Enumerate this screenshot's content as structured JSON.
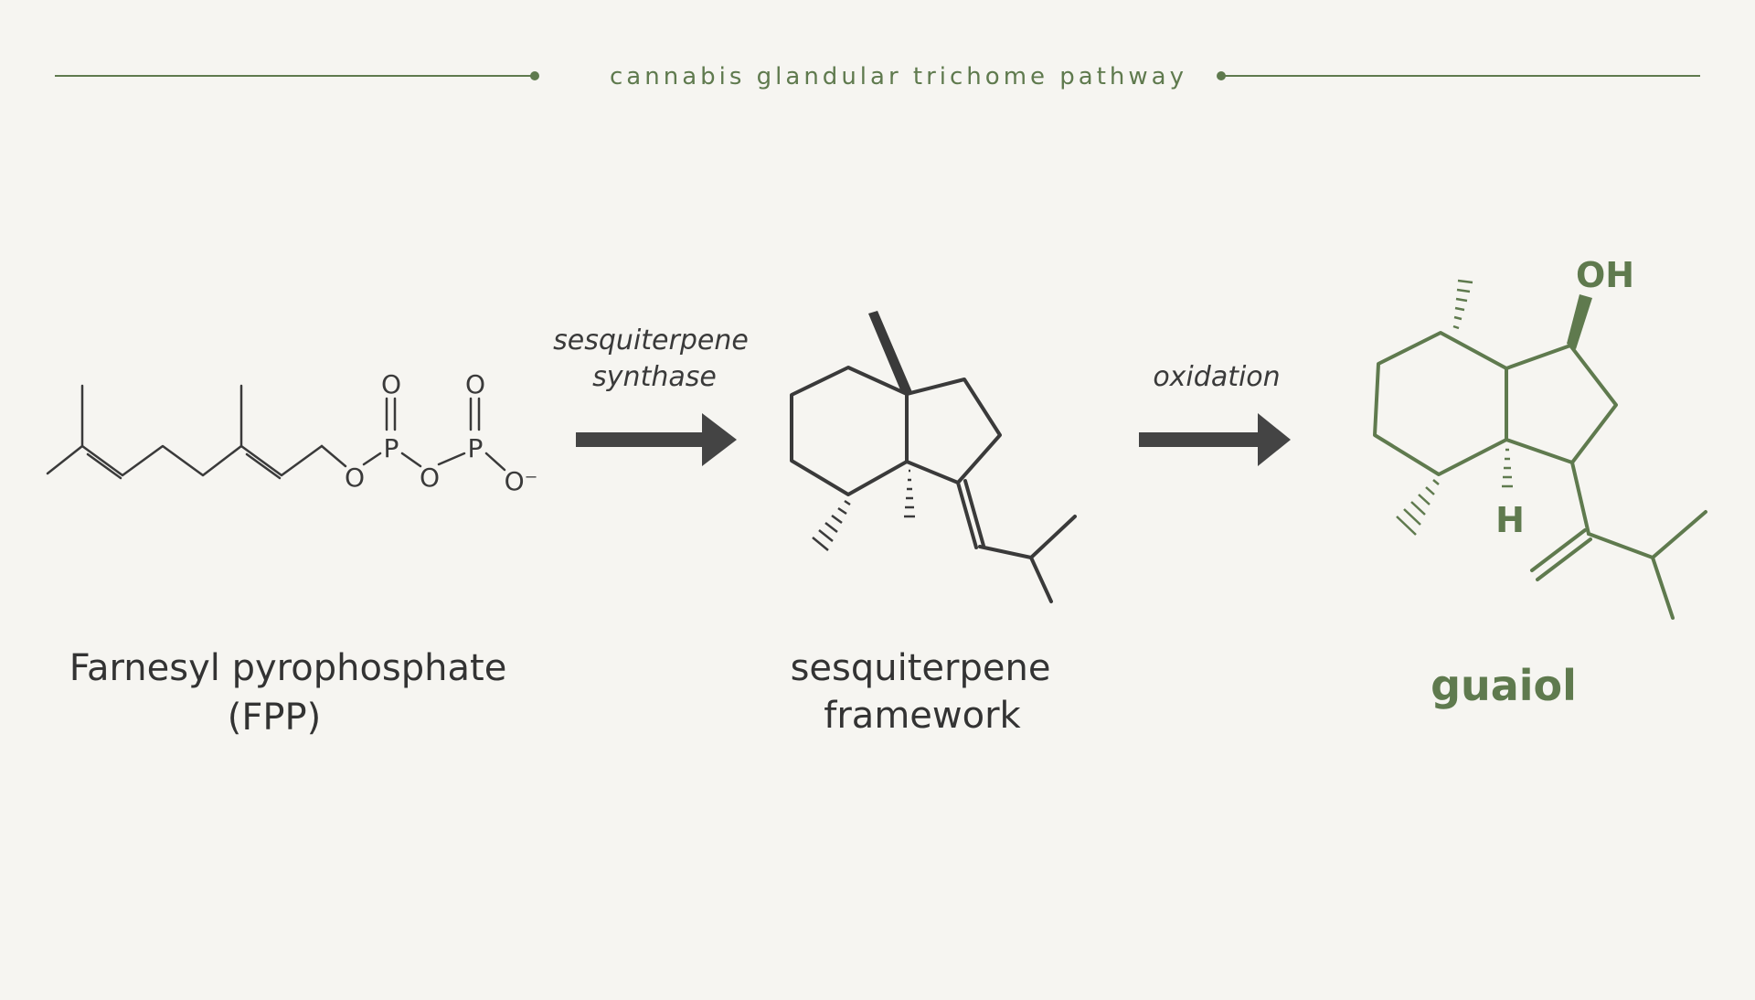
{
  "header": {
    "title": "cannabis glandular trichome pathway"
  },
  "compounds": [
    {
      "name_line1": "Farnesyl pyrophosphate",
      "name_line2": "(FPP)"
    },
    {
      "name_line1": "sesquiterpene",
      "name_line2": "framework"
    },
    {
      "name_line1": "guaiol"
    }
  ],
  "steps": [
    {
      "label_line1": "sesquiterpene",
      "label_line2": "synthase"
    },
    {
      "label_line1": "oxidation"
    }
  ],
  "atoms": {
    "oxygen": "O",
    "phosphorus": "P",
    "oxide": "O⁻",
    "hydroxyl": "OH",
    "hydrogen": "H"
  },
  "colors": {
    "background": "#f6f5f1",
    "accent_green": "#5f7a4e",
    "structure_dark": "#3a3a3a",
    "arrow": "#444444"
  }
}
